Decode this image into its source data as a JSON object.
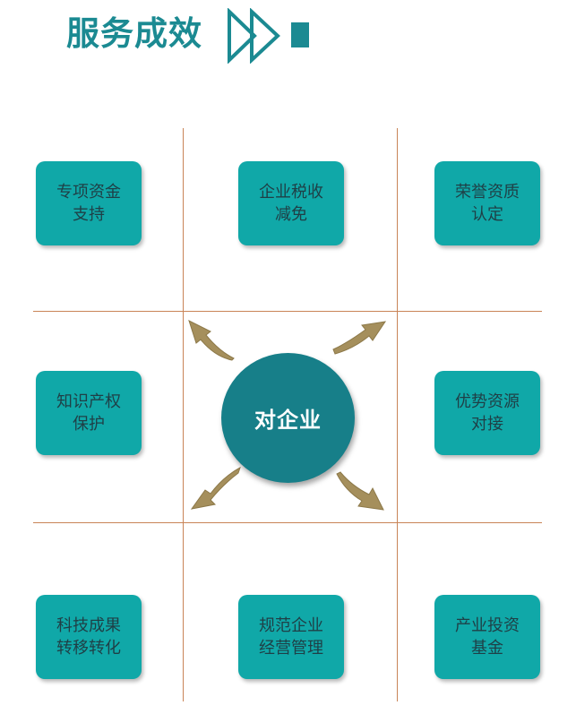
{
  "header": {
    "title": "服务成效"
  },
  "center": {
    "label": "对企业"
  },
  "cards": [
    {
      "id": "special-funds",
      "label": "专项资金支持"
    },
    {
      "id": "tax-reduction",
      "label": "企业税收减免"
    },
    {
      "id": "honor-qualification",
      "label": "荣誉资质认定"
    },
    {
      "id": "ip-protection",
      "label": "知识产权保护"
    },
    {
      "id": "resource-docking",
      "label": "优势资源对接"
    },
    {
      "id": "tech-transfer",
      "label": "科技成果转移转化"
    },
    {
      "id": "business-management",
      "label": "规范企业经营管理"
    },
    {
      "id": "industry-investment",
      "label": "产业投资基金"
    }
  ],
  "colors": {
    "title": "#1b8a92",
    "card_fill": "#10a8a8",
    "card_text": "#1f3f46",
    "center_fill": "#177f89",
    "arrow": "#a58f5c",
    "grid_line": "#c98457"
  },
  "icons": {
    "title_icon": "double-play-stop-icon",
    "arrows": [
      "arrow-up-left-icon",
      "arrow-up-right-icon",
      "arrow-down-left-icon",
      "arrow-down-right-icon"
    ]
  }
}
